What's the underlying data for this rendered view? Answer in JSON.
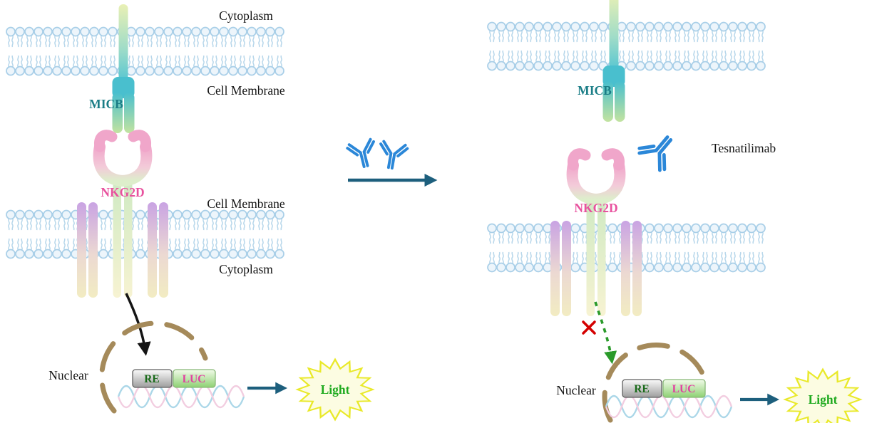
{
  "colors": {
    "micb_teal": "#1a7d86",
    "nkg2d_pink": "#e8519e",
    "antibody_blue": "#2b87d8",
    "arrow_teal": "#1d5f7d",
    "signal_black": "#141414",
    "blocked_green": "#2a9a2a",
    "blocked_red": "#d40000",
    "nuclear_tan": "#a58a5a",
    "light_green": "#1faa1f",
    "re_green": "#1a6b1a",
    "luc_magenta": "#e040a0",
    "membrane_blue": "#a9cfe8"
  },
  "icons": {
    "antibody": "antibody-y-icon",
    "light_burst": "light-starburst-icon",
    "blocked": "blocked-x-icon"
  },
  "left": {
    "cytoplasm_top": "Cytoplasm",
    "cell_membrane_top": "Cell Membrane",
    "micb": "MICB",
    "nkg2d": "NKG2D",
    "cell_membrane_bottom": "Cell Membrane",
    "cytoplasm_bottom": "Cytoplasm",
    "nuclear": "Nuclear",
    "re": "RE",
    "luc": "LUC",
    "light": "Light"
  },
  "right": {
    "micb": "MICB",
    "antibody_label": "Tesnatilimab",
    "nkg2d": "NKG2D",
    "nuclear": "Nuclear",
    "re": "RE",
    "luc": "LUC",
    "light": "Light"
  }
}
